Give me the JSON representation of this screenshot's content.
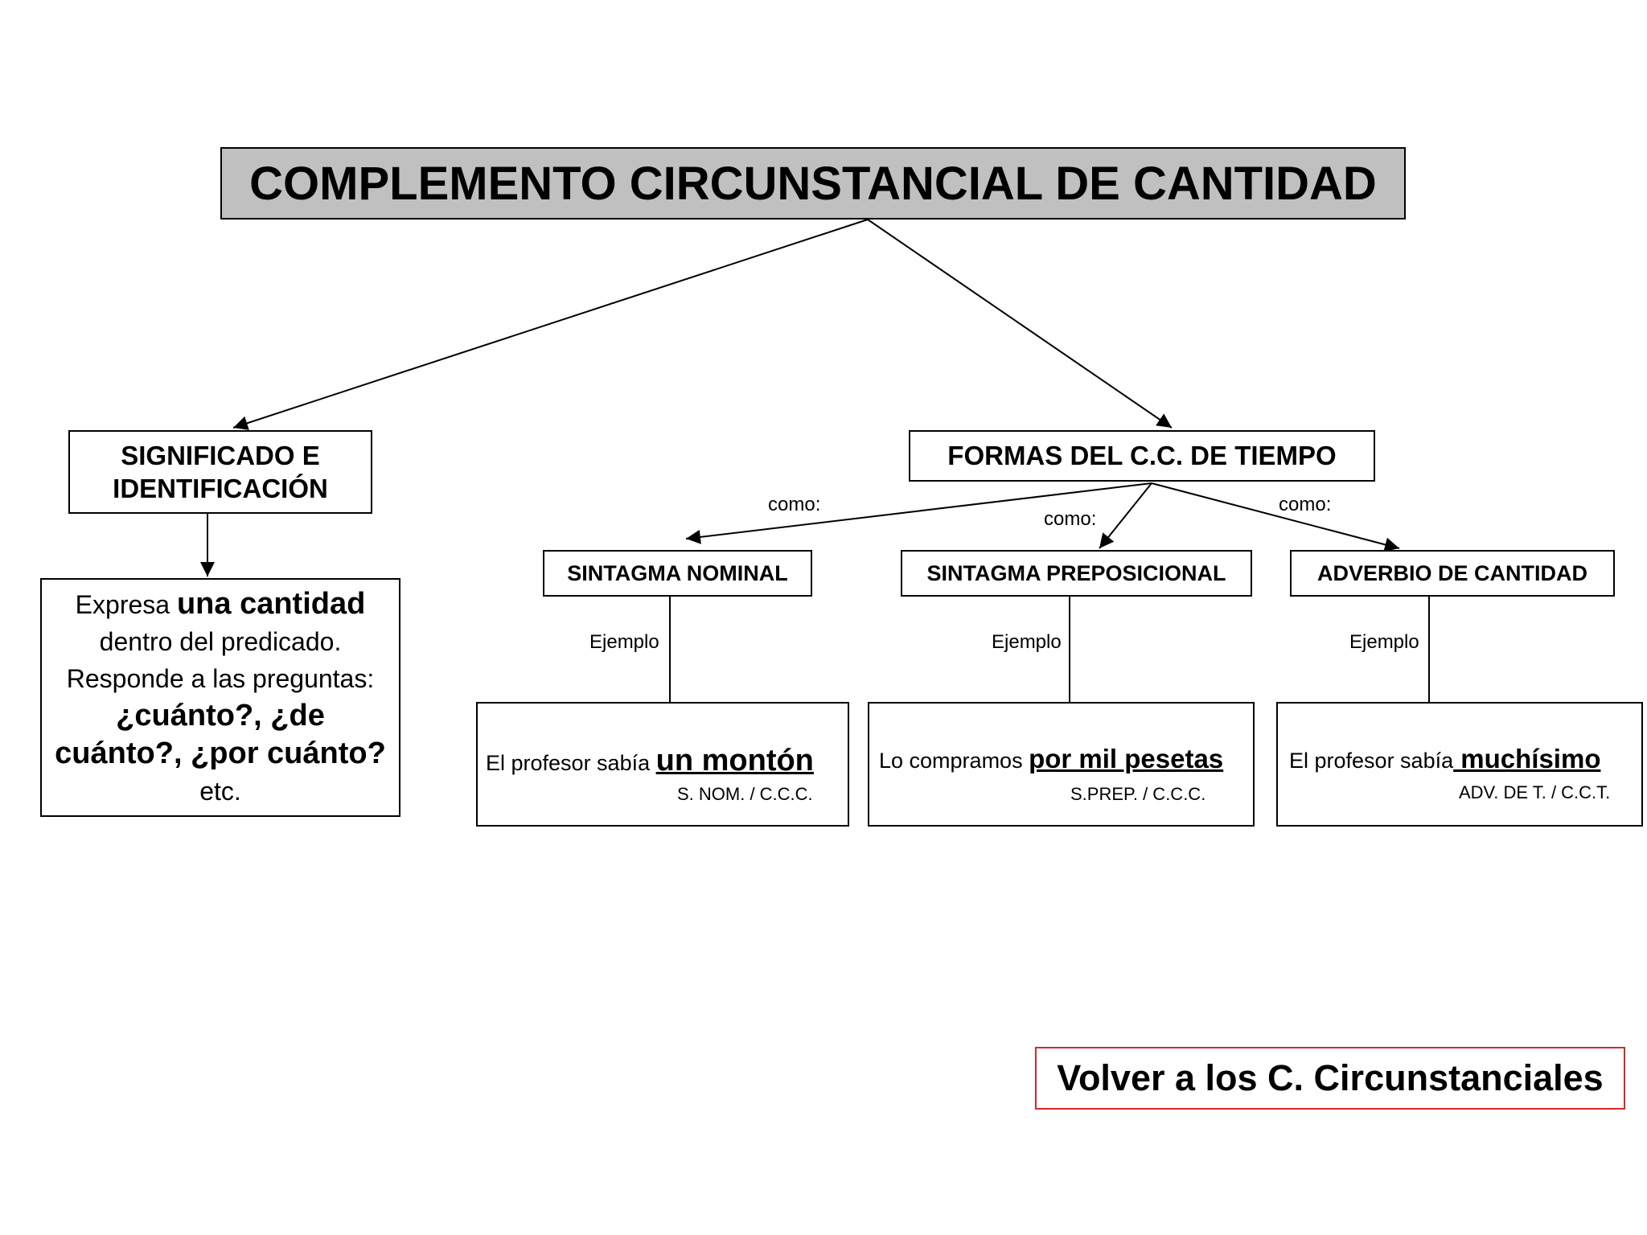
{
  "title": "COMPLEMENTO CIRCUNSTANCIAL DE CANTIDAD",
  "significado": {
    "line1": "SIGNIFICADO E",
    "line2": "IDENTIFICACIÓN"
  },
  "formas": {
    "label": "FORMAS DEL C.C. DE TIEMPO"
  },
  "descripcion": {
    "p1": "Expresa ",
    "p2": "una cantidad",
    "p3": " dentro del predicado. Responde a las preguntas: ",
    "p4": "¿cuánto?, ¿de cuánto?, ¿por cuánto?",
    "p5": " etc."
  },
  "connector_labels": {
    "como_left": "como:",
    "como_middle": "como:",
    "como_right": "como:",
    "ejemplo_1": "Ejemplo",
    "ejemplo_2": "Ejemplo",
    "ejemplo_3": "Ejemplo"
  },
  "forms": [
    {
      "label": "SINTAGMA NOMINAL",
      "example_prefix": "El profesor sabía ",
      "example_highlight": "un montón",
      "tag": "S. NOM. / C.C.C."
    },
    {
      "label": "SINTAGMA PREPOSICIONAL",
      "example_prefix": "Lo compramos ",
      "example_highlight": "por  mil pesetas",
      "tag": "S.PREP. / C.C.C."
    },
    {
      "label": "ADVERBIO DE  CANTIDAD",
      "example_prefix": "El profesor sabía",
      "example_highlight": " muchísimo",
      "tag": "ADV. DE T. / C.C.T."
    }
  ],
  "volver_link": "Volver a los C. Circunstanciales",
  "colors": {
    "title_fill": "#c0c0c0",
    "link_border": "#d62828",
    "line": "#000000"
  }
}
